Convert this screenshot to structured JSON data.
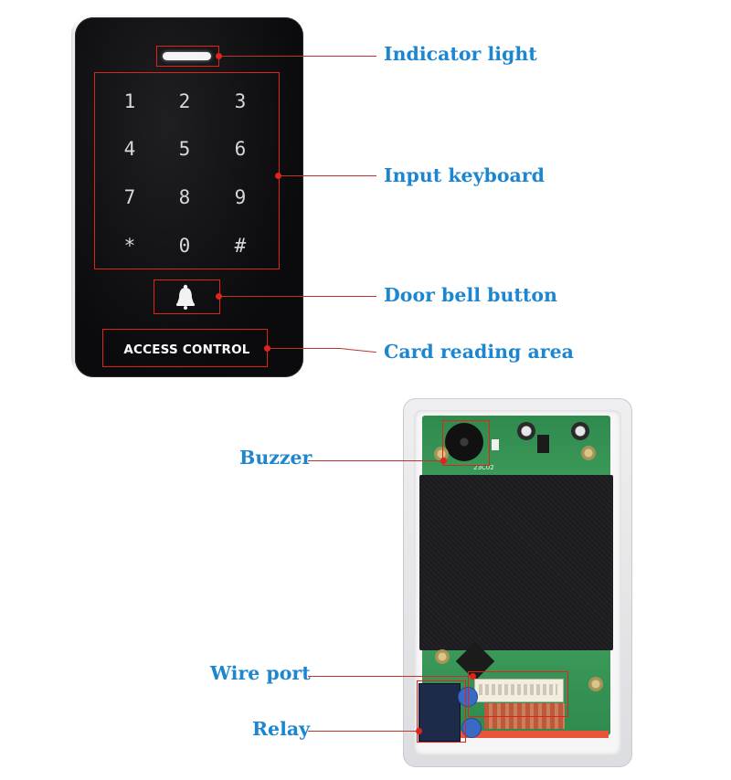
{
  "device_front": {
    "keys": [
      "1",
      "2",
      "3",
      "4",
      "5",
      "6",
      "7",
      "8",
      "9",
      "*",
      "0",
      "#"
    ],
    "bell_icon": "bell-icon",
    "card_area_text": "ACCESS CONTROL"
  },
  "pcb": {
    "marking": "23C02"
  },
  "callouts": {
    "indicator_light": "Indicator light",
    "input_keyboard": "Input keyboard",
    "door_bell_button": "Door bell button",
    "card_reading_area": "Card reading area",
    "buzzer": "Buzzer",
    "wire_port": "Wire port",
    "relay": "Relay"
  },
  "colors": {
    "callout_text": "#1d86d1",
    "callout_line": "#e2231a",
    "panel": "#0b0b0d"
  }
}
